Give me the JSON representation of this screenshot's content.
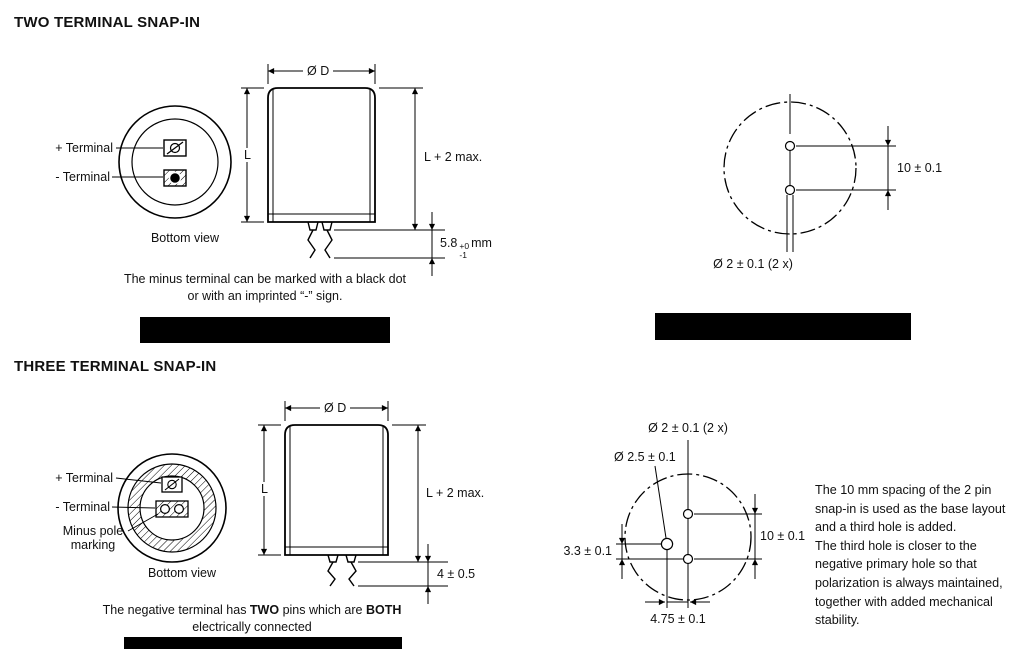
{
  "page": {
    "background": "#ffffff",
    "ink": "#000000"
  },
  "two": {
    "title": "TWO TERMINAL SNAP-IN",
    "bottom_view": {
      "plus_label": "+ Terminal",
      "minus_label": "- Terminal",
      "caption": "Bottom view"
    },
    "side_view": {
      "diameter_label": "Ø D",
      "length_label": "L",
      "overall_length_label": "L + 2 max.",
      "pin_length_value": "5.8",
      "pin_length_tol_plus": "+0",
      "pin_length_tol_minus": "-1",
      "pin_length_unit": "mm"
    },
    "hole_layout": {
      "pin_spacing_label": "10 ± 0.1",
      "hole_diameter_label": "Ø 2 ± 0.1 (2 x)"
    },
    "note_line1": "The minus terminal can be marked with a black dot",
    "note_line2": "or with an imprinted “-” sign."
  },
  "three": {
    "title": "THREE TERMINAL SNAP-IN",
    "bottom_view": {
      "plus_label": "+ Terminal",
      "minus_label": "- Terminal",
      "minus_pole_line1": "Minus pole",
      "minus_pole_line2": "marking",
      "caption": "Bottom view"
    },
    "side_view": {
      "diameter_label": "Ø D",
      "length_label": "L",
      "overall_length_label": "L + 2 max.",
      "pin_length_label": "4 ± 0.5"
    },
    "hole_layout": {
      "pin_hole_diameter_label": "Ø 2 ± 0.1 (2 x)",
      "third_hole_diameter_label": "Ø 2.5 ± 0.1",
      "pin_spacing_label": "10 ± 0.1",
      "third_hole_offset_label": "3.3 ± 0.1",
      "third_hole_distance_label": "4.75 ± 0.1"
    },
    "caption": {
      "part1": "The negative terminal has ",
      "bold1": "TWO",
      "part2": " pins which are ",
      "bold2": "BOTH",
      "line2": "electrically connected"
    },
    "note_lines": [
      "The 10 mm spacing of the 2 pin",
      "snap-in is used as the base layout",
      "and a third hole is added.",
      "The third hole is closer to the",
      "negative primary hole so that",
      "polarization is always maintained,",
      "together with added mechanical",
      "stability."
    ]
  }
}
